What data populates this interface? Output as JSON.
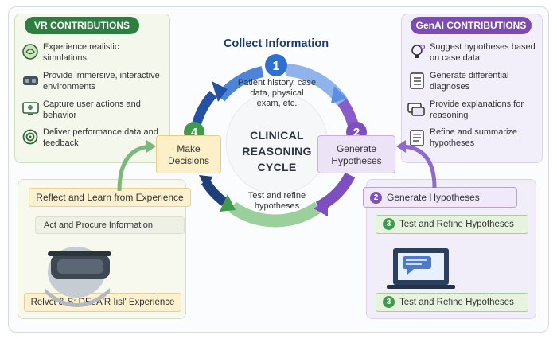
{
  "vr": {
    "header": "VR CONTRIBUTIONS",
    "items": [
      {
        "icon": "brain-icon",
        "text": "Experience realistic simulations"
      },
      {
        "icon": "vr-headset-icon",
        "text": "Provide immersive, interactive environments"
      },
      {
        "icon": "monitor-icon",
        "text": "Capture user actions and behavior"
      },
      {
        "icon": "target-icon",
        "text": "Deliver performance data and feedback"
      }
    ]
  },
  "genai": {
    "header": "GenAI CONTRIBUTIONS",
    "items": [
      {
        "icon": "lightbulb-gear-icon",
        "text": "Suggest hypotheses based on case data"
      },
      {
        "icon": "checklist-icon",
        "text": "Generate differential diagnoses"
      },
      {
        "icon": "chat-icon",
        "text": "Provide explanations for reasoning"
      },
      {
        "icon": "document-icon",
        "text": "Refine and summarize hypotheses"
      }
    ]
  },
  "cycle": {
    "collect_title": "Collect Information",
    "step1_number": "1",
    "step1_text": "Patient history, case data, physical exam, etc.",
    "step2_number": "2",
    "step2_label": "Generate Hypotheses",
    "step3_text": "Test and refine hypotheses",
    "step4_number": "4",
    "step4_label": "Make Decisions",
    "center_title": "CLINICAL REASONING CYCLE",
    "colors": {
      "blue": "#2f6fd0",
      "purple": "#7e4fc0",
      "green": "#3f9a4c",
      "navy": "#1f3f7a"
    }
  },
  "bottom_left": {
    "box1": "Reflect and Learn from Experience",
    "box2": "Act and Procure Information",
    "box3": "Relvct & S: DEeA'R Iisl' Experience"
  },
  "bottom_right": {
    "box1_num": "2",
    "box1": "Generate Hypotheses",
    "box2_num": "3",
    "box2": "Test and Refine Hypotheses",
    "box3_num": "3",
    "box3": "Test and Refine Hypotheses"
  }
}
